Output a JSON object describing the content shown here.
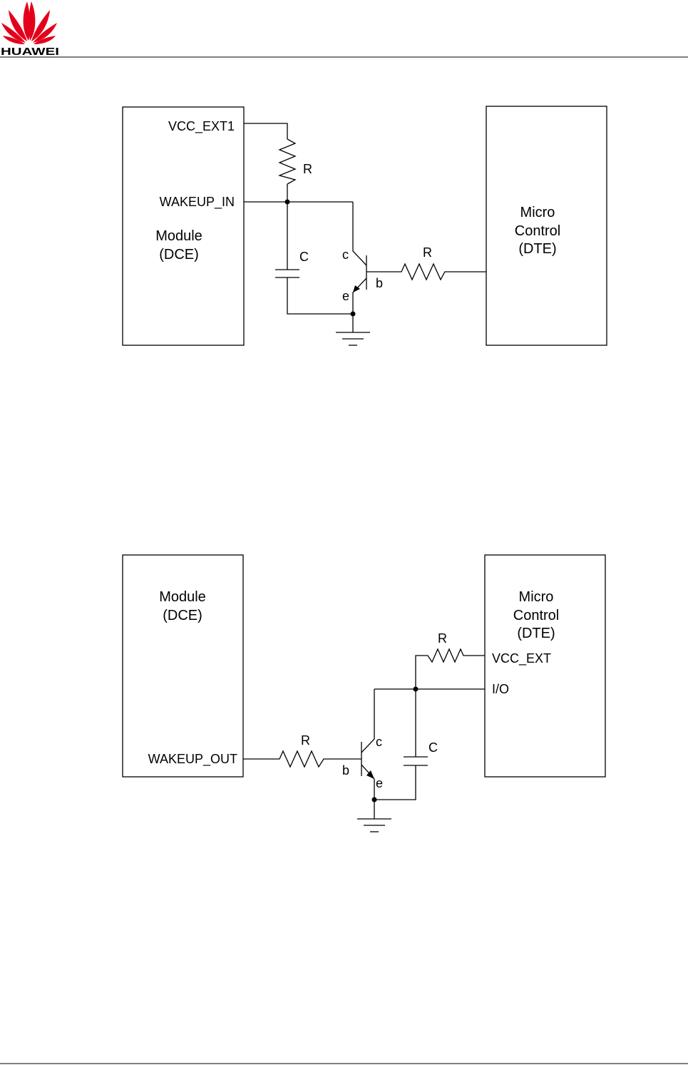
{
  "header": {
    "brand": "HUAWEI",
    "brand_color": "#e3001b"
  },
  "diagram1": {
    "module_box": {
      "line1": "Module",
      "line2": "(DCE)"
    },
    "micro_box": {
      "line1": "Micro",
      "line2": "Control",
      "line3": "(DTE)"
    },
    "pin_vcc": "VCC_EXT1",
    "pin_wakeup": "WAKEUP_IN",
    "resistor_top": "R",
    "resistor_base": "R",
    "capacitor": "C",
    "transistor": {
      "collector": "c",
      "base": "b",
      "emitter": "e"
    }
  },
  "diagram2": {
    "module_box": {
      "line1": "Module",
      "line2": "(DCE)"
    },
    "micro_box": {
      "line1": "Micro",
      "line2": "Control",
      "line3": "(DTE)"
    },
    "pin_wakeup": "WAKEUP_OUT",
    "pin_vcc": "VCC_EXT",
    "pin_io": "I/O",
    "resistor_pullup": "R",
    "resistor_base": "R",
    "capacitor": "C",
    "transistor": {
      "collector": "c",
      "base": "b",
      "emitter": "e"
    }
  }
}
